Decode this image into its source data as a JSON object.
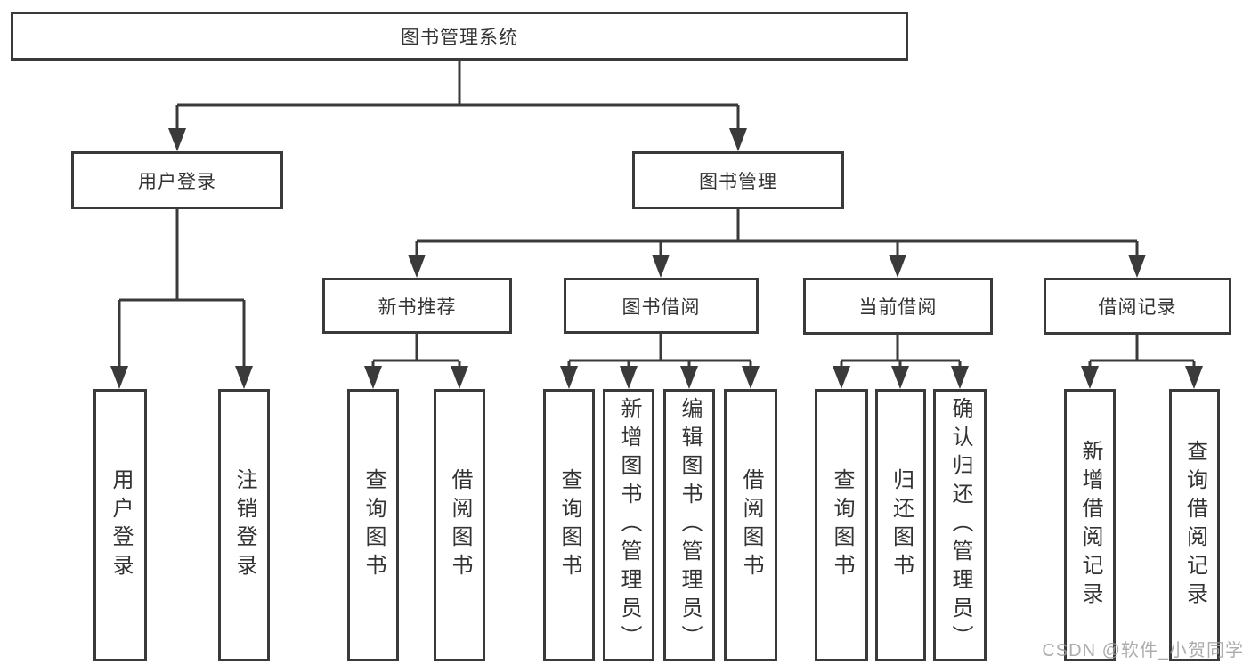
{
  "tree": {
    "label": "图书管理系统",
    "children": [
      {
        "label": "用户登录",
        "children": [
          {
            "label": "用户登录"
          },
          {
            "label": "注销登录"
          }
        ]
      },
      {
        "label": "图书管理",
        "children": [
          {
            "label": "新书推荐",
            "children": [
              {
                "label": "查询图书"
              },
              {
                "label": "借阅图书"
              }
            ]
          },
          {
            "label": "图书借阅",
            "children": [
              {
                "label": "查询图书"
              },
              {
                "label": "新增图书（管理员）"
              },
              {
                "label": "编辑图书（管理员）"
              },
              {
                "label": "借阅图书"
              }
            ]
          },
          {
            "label": "当前借阅",
            "children": [
              {
                "label": "查询图书"
              },
              {
                "label": "归还图书"
              },
              {
                "label": "确认归还（管理员）"
              }
            ]
          },
          {
            "label": "借阅记录",
            "children": [
              {
                "label": "新增借阅记录"
              },
              {
                "label": "查询借阅记录"
              }
            ]
          }
        ]
      }
    ]
  },
  "watermark": {
    "text": "CSDN @软件_小贺同学"
  },
  "colors": {
    "line": "#3a3a3a",
    "text": "#333333",
    "background": "#ffffff",
    "watermark": "#9e9e9e"
  }
}
